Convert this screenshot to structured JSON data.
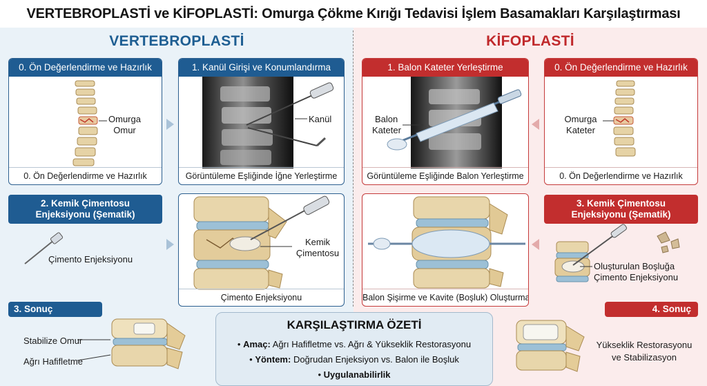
{
  "title": "VERTEBROPLASTİ ve KİFOPLASTİ: Omurga Çökme Kırığı Tedavisi İşlem Basamakları Karşılaştırması",
  "vertebroplasti": {
    "heading": "VERTEBROPLASTİ",
    "step0": {
      "header": "0. Ön Değerlendirme ve Hazırlık",
      "label_line1": "Omurga",
      "label_line2": "Omur",
      "footer": "0. Ön Değerlendirme ve Hazırlık"
    },
    "step1": {
      "header": "1. Kanül Girişi ve Konumlandırma",
      "label": "Kanül",
      "footer": "Görüntüleme Eşliğinde İğne Yerleştirme"
    },
    "step2": {
      "header_line1": "2. Kemik Çimentosu",
      "header_line2": "Enjeksiyonu (Şematik)",
      "side_label": "Çimento Enjeksiyonu",
      "label_line1": "Kemik",
      "label_line2": "Çimentosu",
      "footer": "Çimento Enjeksiyonu"
    },
    "step3": {
      "header": "3. Sonuç",
      "label1": "Stabilize Omur",
      "label2": "Ağrı Hafifletme"
    }
  },
  "kifoplasti": {
    "heading": "KİFOPLASTİ",
    "step1": {
      "header": "1. Balon Kateter Yerleştirme",
      "label_line1": "Balon",
      "label_line2": "Kateter",
      "footer": "Görüntüleme Eşliğinde Balon Yerleştirme"
    },
    "step0": {
      "header": "0. Ön Değerlendirme ve Hazırlık",
      "label_line1": "Omurga",
      "label_line2": "Kateter",
      "footer": "0. Ön Değerlendirme ve Hazırlık"
    },
    "step2": {
      "footer": "Balon Şişirme ve Kavite (Boşluk) Oluşturma"
    },
    "step3": {
      "header_line1": "3. Kemik Çimentosu",
      "header_line2": "Enjeksiyonu (Şematik)",
      "label_line1": "Oluşturulan Boşluğa",
      "label_line2": "Çimento Enjeksiyonu"
    },
    "step4": {
      "header": "4. Sonuç",
      "label_line1": "Yükseklik Restorasyonu",
      "label_line2": "ve Stabilizasyon"
    }
  },
  "summary": {
    "title": "KARŞILAŞTIRMA ÖZETİ",
    "line1_key": "Amaç:",
    "line1_val": "Ağrı Hafifletme vs. Ağrı & Yükseklik Restorasyonu",
    "line2_key": "Yöntem:",
    "line2_val": "Doğrudan Enjeksiyon vs. Balon ile Boşluk",
    "line3_key": "Uygulanabilirlik"
  },
  "colors": {
    "vertebroplasti_accent": "#1f5c92",
    "kifoplasti_accent": "#c22e2e",
    "left_background": "#eaf2f8",
    "right_background": "#fbecec"
  }
}
